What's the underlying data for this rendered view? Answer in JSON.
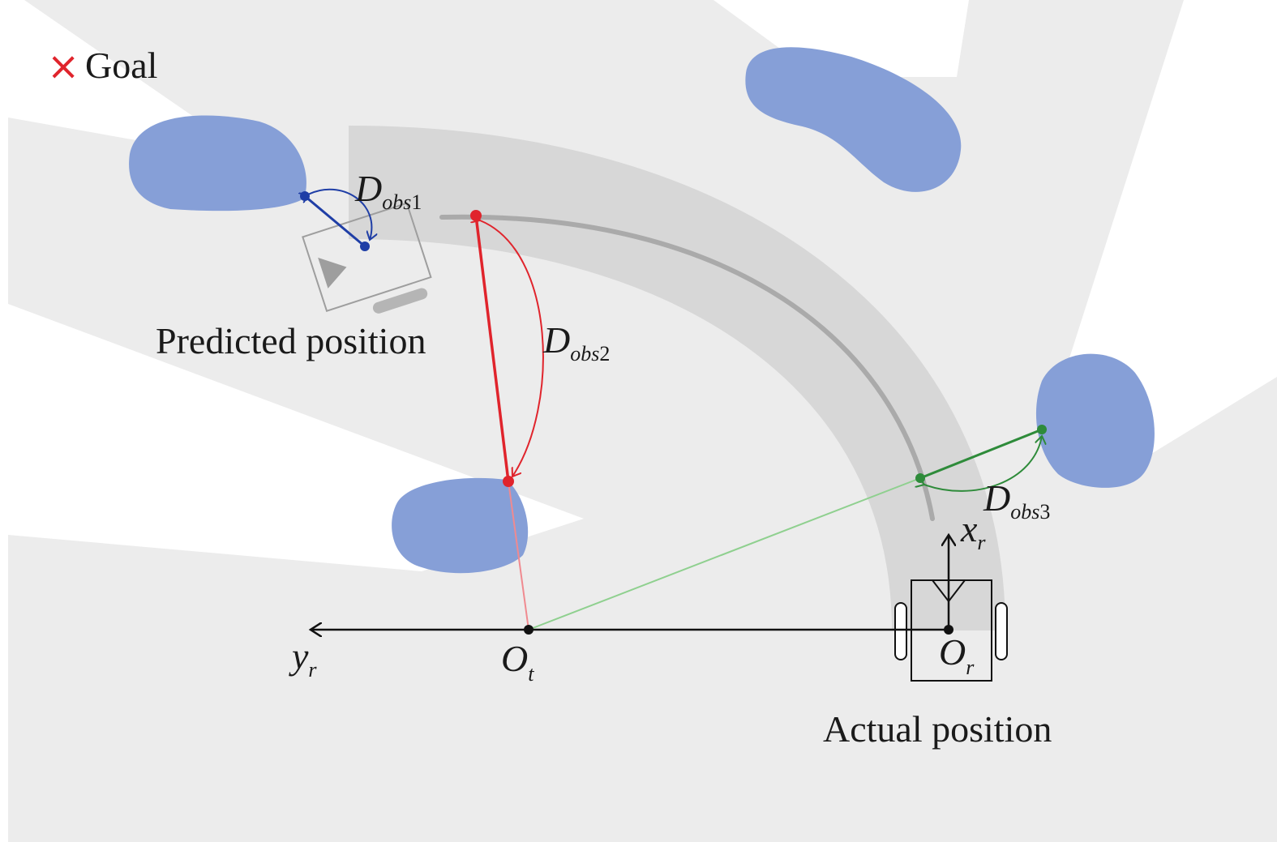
{
  "legend": {
    "goal_marker": "×",
    "goal_label": "Goal",
    "goal_color": "#e0242c"
  },
  "labels": {
    "predicted_position": "Predicted position",
    "actual_position": "Actual position"
  },
  "symbols": {
    "d_obs1": {
      "main": "D",
      "sub": "obs",
      "num": "1"
    },
    "d_obs2": {
      "main": "D",
      "sub": "obs",
      "num": "2"
    },
    "d_obs3": {
      "main": "D",
      "sub": "obs",
      "num": "3"
    },
    "o_t": {
      "main": "O",
      "sub": "t"
    },
    "o_r": {
      "main": "O",
      "sub": "r"
    },
    "x_r": {
      "main": "x",
      "sub": "r"
    },
    "y_r": {
      "main": "y",
      "sub": "r"
    }
  },
  "colors": {
    "background": "#ffffff",
    "free_space": "#ececec",
    "path_band": "#d7d7d7",
    "path_line": "#aaaaaa",
    "obstacle": "#869fd7",
    "d_obs1": "#1f3ea6",
    "d_obs2": "#e0242c",
    "d_obs3": "#2e8b3a",
    "axis": "#111111"
  }
}
